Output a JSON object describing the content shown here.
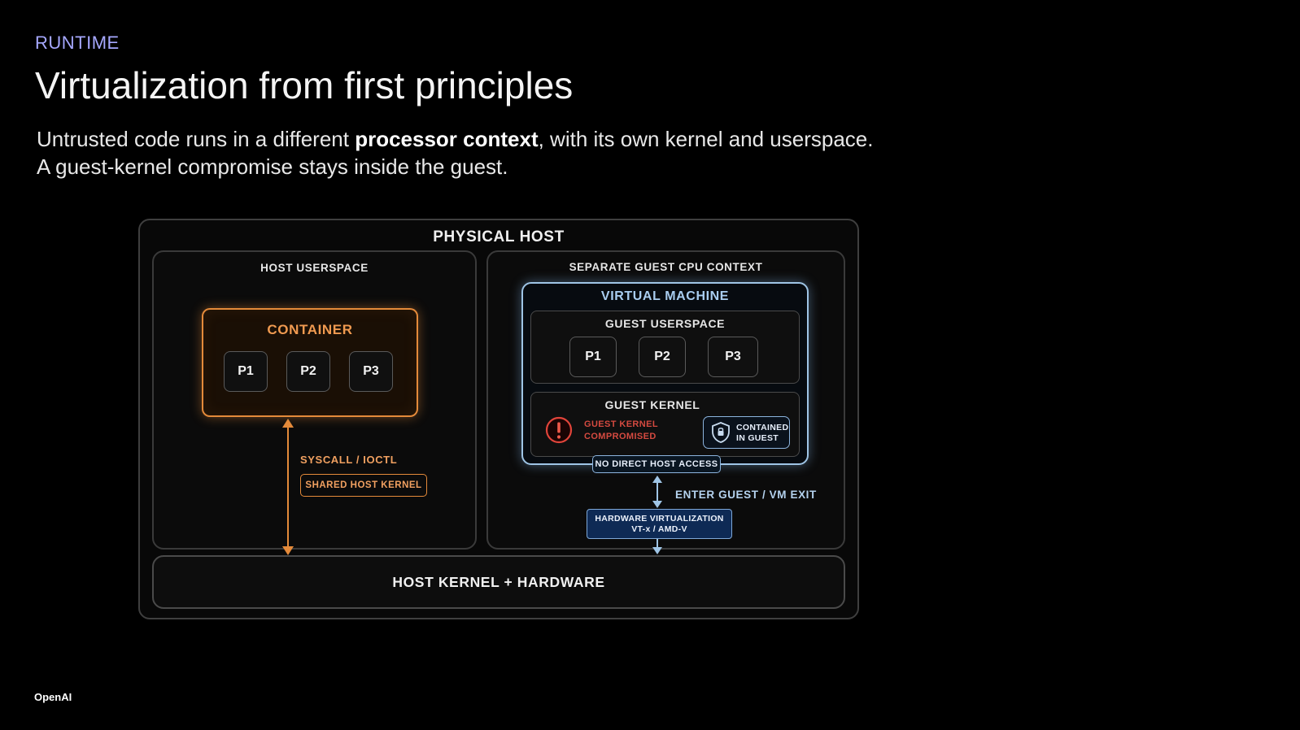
{
  "header": {
    "eyebrow": "RUNTIME",
    "title": "Virtualization from first principles",
    "subtitle_line1_pre": "Untrusted code runs in a different ",
    "subtitle_line1_bold": "processor context",
    "subtitle_line1_post": ", with its own kernel and userspace.",
    "subtitle_line2": "A guest-kernel compromise stays inside the guest."
  },
  "diagram": {
    "physical_host": "PHYSICAL HOST",
    "host_userspace": "HOST USERSPACE",
    "container": {
      "label": "CONTAINER",
      "processes": [
        "P1",
        "P2",
        "P3"
      ]
    },
    "syscall_label": "SYSCALL / IOCTL",
    "shared_kernel": "SHARED HOST KERNEL",
    "guest_context": "SEPARATE GUEST CPU CONTEXT",
    "vm": {
      "label": "VIRTUAL MACHINE",
      "guest_userspace": "GUEST USERSPACE",
      "processes": [
        "P1",
        "P2",
        "P3"
      ],
      "guest_kernel": "GUEST KERNEL",
      "compromised_line1": "GUEST KERNEL",
      "compromised_line2": "COMPROMISED",
      "contained_line1": "CONTAINED",
      "contained_line2": "IN GUEST",
      "no_direct": "NO DIRECT HOST ACCESS"
    },
    "enter_guest": "ENTER GUEST / VM EXIT",
    "hw_virt_line1": "HARDWARE VIRTUALIZATION",
    "hw_virt_line2": "VT-x / AMD-V",
    "host_kernel": "HOST KERNEL + HARDWARE"
  },
  "footer": {
    "brand": "OpenAI"
  },
  "colors": {
    "accent_orange": "#e48a3a",
    "accent_blue": "#9fc5e6",
    "alert_red": "#e0443a",
    "eyebrow": "#a6a8ff"
  },
  "icons": [
    "alert-icon",
    "shield-icon"
  ]
}
